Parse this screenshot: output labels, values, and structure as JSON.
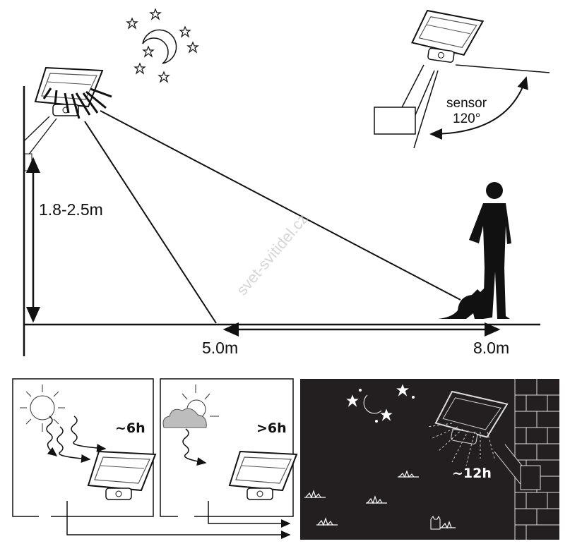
{
  "diagram": {
    "height_label": "1.8-2.5m",
    "near_distance_label": "5.0m",
    "far_distance_label": "8.0m",
    "sensor_label": "sensor",
    "sensor_angle_label": "120°",
    "watermark": "svet-svitidel.cz"
  },
  "panels": [
    {
      "name": "full-sun",
      "charge_label": "~6h"
    },
    {
      "name": "cloudy",
      "charge_label": ">6h"
    },
    {
      "name": "night",
      "runtime_label": "~12h"
    }
  ],
  "colors": {
    "ink": "#111111",
    "night_bg": "#231f20",
    "cloud": "#bdbdbd"
  }
}
